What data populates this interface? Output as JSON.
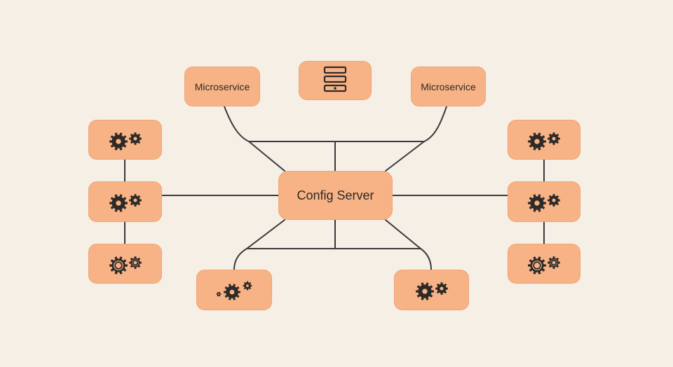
{
  "colors": {
    "background": "#F5EFE6",
    "node_fill": "#F7B386",
    "node_border": "#EFA477",
    "connector": "#3A3A3A",
    "icon": "#2E2A27"
  },
  "config_server": {
    "label": "Config Server",
    "icon": ""
  },
  "top": {
    "left": {
      "label": "Microservice"
    },
    "center": {
      "label": "",
      "icon": "server-rack-icon"
    },
    "right": {
      "label": "Microservice"
    }
  },
  "left_column": [
    {
      "icon": "gears-icon"
    },
    {
      "icon": "gears-icon"
    },
    {
      "icon": "gears-ring-icon"
    }
  ],
  "right_column": [
    {
      "icon": "gears-icon"
    },
    {
      "icon": "gears-icon"
    },
    {
      "icon": "gears-ring-icon"
    }
  ],
  "bottom": [
    {
      "icon": "gears-small-icon"
    },
    {
      "icon": "gears-icon"
    }
  ]
}
